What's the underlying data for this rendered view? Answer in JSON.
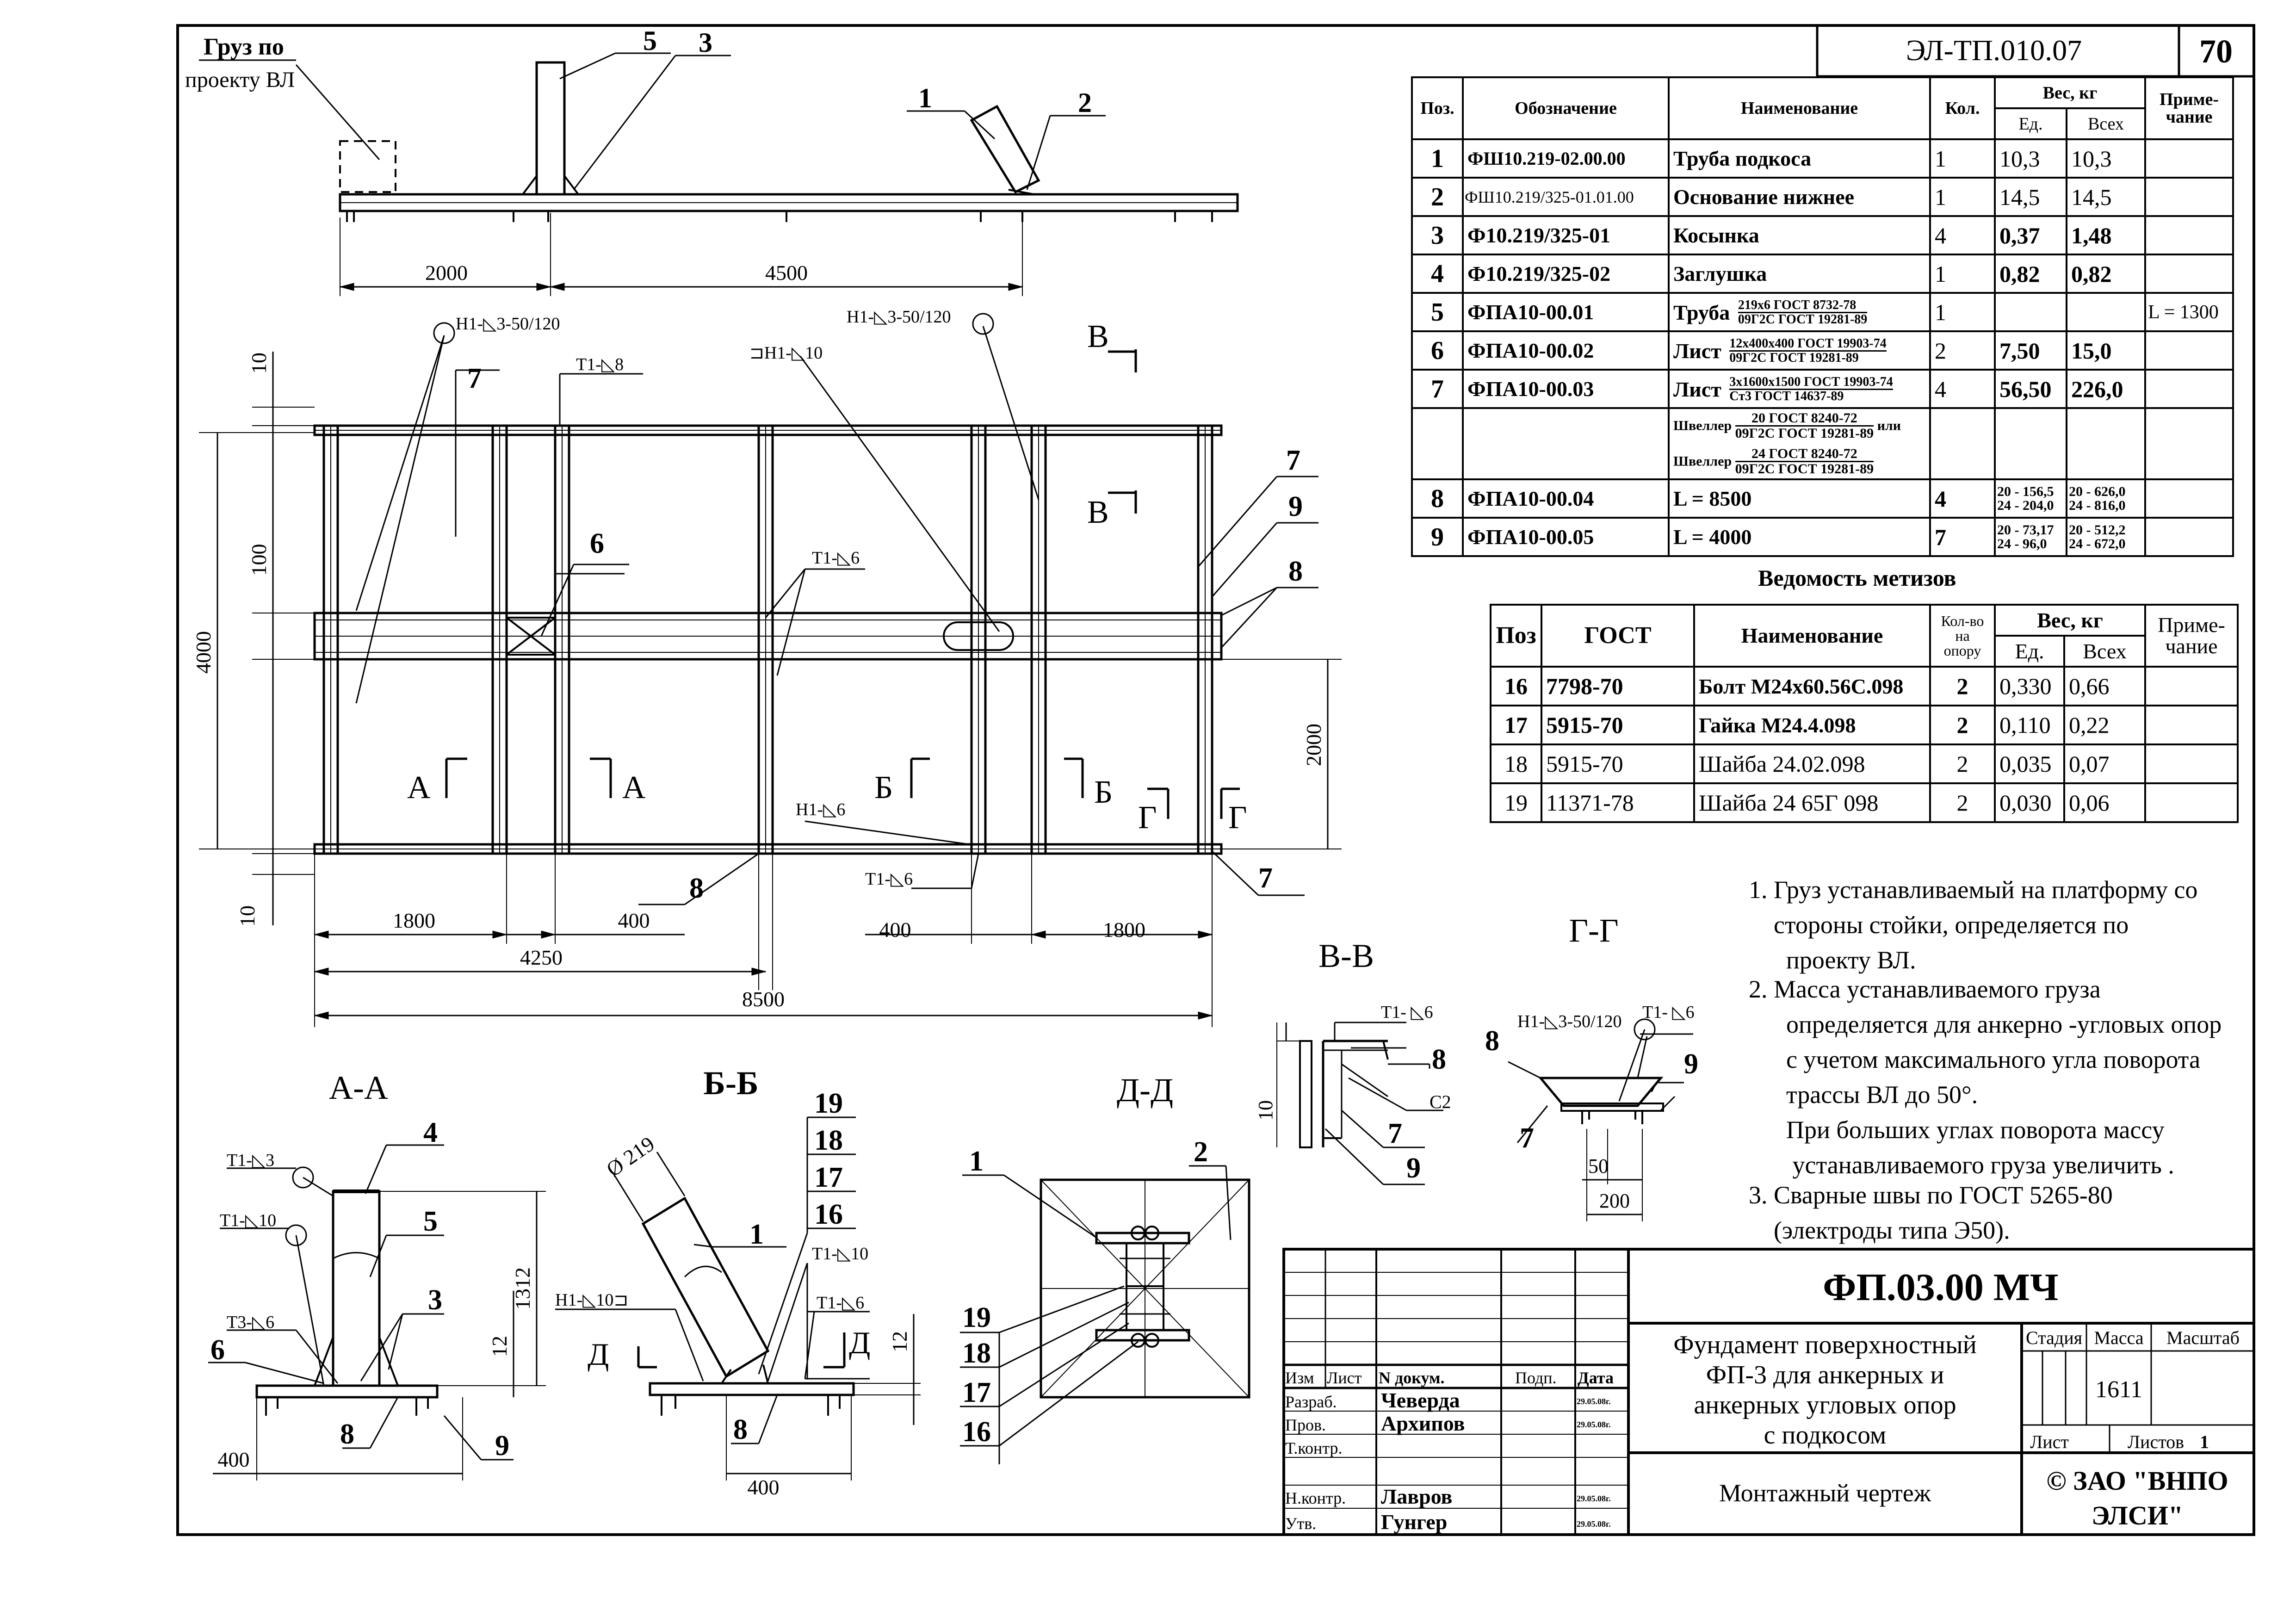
{
  "header": {
    "doc_code": "ЭЛ-ТП.010.07",
    "page_no": "70"
  },
  "spec_table": {
    "headers": {
      "pos": "Поз.",
      "designation": "Обозначение",
      "name": "Наименование",
      "qty": "Кол.",
      "weight": "Вес, кг",
      "unit": "Ед.",
      "total": "Всех",
      "note": "Приме-чание"
    },
    "rows": [
      {
        "pos": "1",
        "designation": "ФШ10.219-02.00.00",
        "name": "Труба подкоса",
        "qty": "1",
        "unit": "10,3",
        "total": "10,3",
        "note": ""
      },
      {
        "pos": "2",
        "designation": "ФШ10.219/325-01.01.00",
        "name": "Основание нижнее",
        "qty": "1",
        "unit": "14,5",
        "total": "14,5",
        "note": ""
      },
      {
        "pos": "3",
        "designation": "Ф10.219/325-01",
        "name": "Косынка",
        "qty": "4",
        "unit": "0,37",
        "total": "1,48",
        "note": ""
      },
      {
        "pos": "4",
        "designation": "Ф10.219/325-02",
        "name": "Заглушка",
        "qty": "1",
        "unit": "0,82",
        "total": "0,82",
        "note": ""
      },
      {
        "pos": "5",
        "designation": "ФПА10-00.01",
        "name": "Труба",
        "sub1": "219х6 ГОСТ 8732-78",
        "sub2": "09Г2С ГОСТ 19281-89",
        "qty": "1",
        "unit": "",
        "total": "",
        "note": "L = 1300"
      },
      {
        "pos": "6",
        "designation": "ФПА10-00.02",
        "name": "Лист",
        "sub1": "12х400х400 ГОСТ 19903-74",
        "sub2": "09Г2С ГОСТ 19281-89",
        "qty": "2",
        "unit": "7,50",
        "total": "15,0",
        "note": ""
      },
      {
        "pos": "7",
        "designation": "ФПА10-00.03",
        "name": "Лист",
        "sub1": "3х1600х1500 ГОСТ 19903-74",
        "sub2": "Ст3 ГОСТ 14637-89",
        "qty": "4",
        "unit": "56,50",
        "total": "226,0",
        "note": ""
      }
    ],
    "channel_row": {
      "w1": "Швеллер",
      "a1": "20 ГОСТ 8240-72",
      "b1": "09Г2С ГОСТ 19281-89",
      "or": "или",
      "w2": "Швеллер",
      "a2": "24 ГОСТ 8240-72",
      "b2": "09Г2С ГОСТ 19281-89"
    },
    "rows2": [
      {
        "pos": "8",
        "designation": "ФПА10-00.04",
        "name": "L = 8500",
        "qty": "4",
        "unit1": "20 - 156,5",
        "unit2": "24 - 204,0",
        "total1": "20 - 626,0",
        "total2": "24 - 816,0"
      },
      {
        "pos": "9",
        "designation": "ФПА10-00.05",
        "name": "L = 4000",
        "qty": "7",
        "unit1": "20 - 73,17",
        "unit2": "24 - 96,0",
        "total1": "20 - 512,2",
        "total2": "24 - 672,0"
      }
    ]
  },
  "bolt_table": {
    "title": "Ведомость метизов",
    "headers": {
      "pos": "Поз",
      "gost": "ГОСТ",
      "name": "Наименование",
      "qty1": "Кол-во",
      "qty2": "на",
      "qty3": "опору",
      "weight": "Вес, кг",
      "unit": "Ед.",
      "total": "Всех",
      "note": "Приме-чание"
    },
    "rows": [
      {
        "pos": "16",
        "gost": "7798-70",
        "name": "Болт М24х60.56С.098",
        "qty": "2",
        "unit": "0,330",
        "total": "0,66"
      },
      {
        "pos": "17",
        "gost": "5915-70",
        "name": "Гайка М24.4.098",
        "qty": "2",
        "unit": "0,110",
        "total": "0,22"
      },
      {
        "pos": "18",
        "gost": "5915-70",
        "name": "Шайба 24.02.098",
        "qty": "2",
        "unit": "0,035",
        "total": "0,07"
      },
      {
        "pos": "19",
        "gost": "11371-78",
        "name": "Шайба 24 65Г 098",
        "qty": "2",
        "unit": "0,030",
        "total": "0,06"
      }
    ]
  },
  "notes": [
    "1. Груз устанавливаемый на платформу со\n    стороны стойки, определяется по\n      проекту ВЛ.",
    "2. Масса устанавливаемого груза\n      определяется для анкерно -угловых опор\n      с учетом максимального угла поворота\n      трассы ВЛ до 50°.\n      При больших углах поворота массу\n       устанавливаемого груза увеличить .",
    "3. Сварные швы по ГОСТ 5265-80\n    (электроды типа Э50)."
  ],
  "title_block": {
    "drawing_code": "ФП.03.00 МЧ",
    "title_lines": [
      "Фундамент поверхностный",
      "ФП-3 для анкерных и",
      "анкерных угловых опор",
      "с подкосом"
    ],
    "cols": {
      "izm": "Изм",
      "list": "Лист",
      "ndoc": "N докум.",
      "podp": "Подп.",
      "data": "Дата"
    },
    "roles": [
      {
        "role": "Разраб.",
        "name": "Чеверда",
        "date": "29.05.08г."
      },
      {
        "role": "Пров.",
        "name": "Архипов",
        "date": "29.05.08г."
      },
      {
        "role": "Т.контр.",
        "name": "",
        "date": ""
      },
      {
        "role": "Н.контр.",
        "name": "Лавров",
        "date": "29.05.08г."
      },
      {
        "role": "Утв.",
        "name": "Гунгер",
        "date": "29.05.08г."
      }
    ],
    "stage_label": "Стадия",
    "mass_label": "Масса",
    "scale_label": "Масштаб",
    "mass": "1611",
    "sheet_label": "Лист",
    "sheets_label": "Листов",
    "sheets_value": "1",
    "drawing_type": "Монтажный чертеж",
    "company_line1": "© ЗАО \"ВНПО",
    "company_line2": "ЭЛСИ\""
  },
  "top_view": {
    "load_label1": "Груз по",
    "load_label2": "проекту ВЛ",
    "dim_left": "2000",
    "dim_right": "4500",
    "c5": "5",
    "c3": "3",
    "c1": "1",
    "c2": "2"
  },
  "plan": {
    "dim_10a": "10",
    "dim_100": "100",
    "dim_4000": "4000",
    "dim_10b": "10",
    "dim_2000": "2000",
    "dim_1800a": "1800",
    "dim_400a": "400",
    "dim_400b": "400",
    "dim_1800b": "1800",
    "dim_4250": "4250",
    "dim_8500": "8500",
    "w_n1a": "Н1-◺3-50/120",
    "w_n1b": "Н1-◺3-50/120",
    "w_t1_8": "Т1-◺8",
    "w_n1_10": "⊐Н1-◺10",
    "w_t1_6a": "Т1-◺6",
    "w_n1_6": "Н1-◺6",
    "w_t1_6b": "Т1-◺6",
    "c7a": "7",
    "c7b": "7",
    "c7c": "7",
    "c6": "6",
    "c9": "9",
    "c8a": "8",
    "c8b": "8",
    "sec_a1": "А",
    "sec_a2": "А",
    "sec_b1": "Б",
    "sec_b2": "Б",
    "sec_v1": "В",
    "sec_v2": "В",
    "sec_g1": "Г",
    "sec_g2": "Г"
  },
  "section_aa": {
    "title": "А-А",
    "w1": "Т1-◺3",
    "w2": "Т1-◺10",
    "w3": "Т3-◺6",
    "dim_1312": "1312",
    "dim_12": "12",
    "dim_400": "400",
    "c4": "4",
    "c5": "5",
    "c3": "3",
    "c6": "6",
    "c8": "8",
    "c9": "9"
  },
  "section_bb": {
    "title": "Б-Б",
    "dia": "Ø 219",
    "w1": "Н1-◺10⊐",
    "w2": "Т1-◺10",
    "w3": "Т1-◺6",
    "dim_12": "12",
    "dim_400": "400",
    "c1": "1",
    "c8": "8",
    "c19": "19",
    "c18": "18",
    "c17": "17",
    "c16": "16",
    "sec_d1": "Д",
    "sec_d2": "Д"
  },
  "section_dd": {
    "title": "Д-Д",
    "c1": "1",
    "c2": "2",
    "c19": "19",
    "c18": "18",
    "c17": "17",
    "c16": "16"
  },
  "section_vv": {
    "title": "В-В",
    "w1": "Т1- ◺6",
    "c8": "8",
    "c2": "С2",
    "c7": "7",
    "c9": "9",
    "dim_10": "10"
  },
  "section_gg": {
    "title": "Г-Г",
    "w1": "Т1- ◺6",
    "w2": "Н1-◺3-50/120",
    "c8": "8",
    "c9": "9",
    "c7": "7",
    "dim_50": "50",
    "dim_200": "200"
  }
}
